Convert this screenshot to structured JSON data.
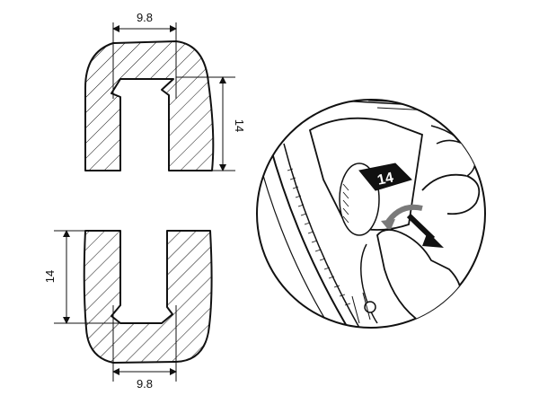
{
  "dimensions": {
    "top_width": "9.8",
    "top_height": "14",
    "bottom_height": "14",
    "bottom_width": "9.8"
  },
  "inset": {
    "dial_value": "14"
  },
  "colors": {
    "line": "#111111",
    "hatch": "#111111",
    "dial_black": "#111111",
    "arrow_gray": "#7a7a7a"
  }
}
